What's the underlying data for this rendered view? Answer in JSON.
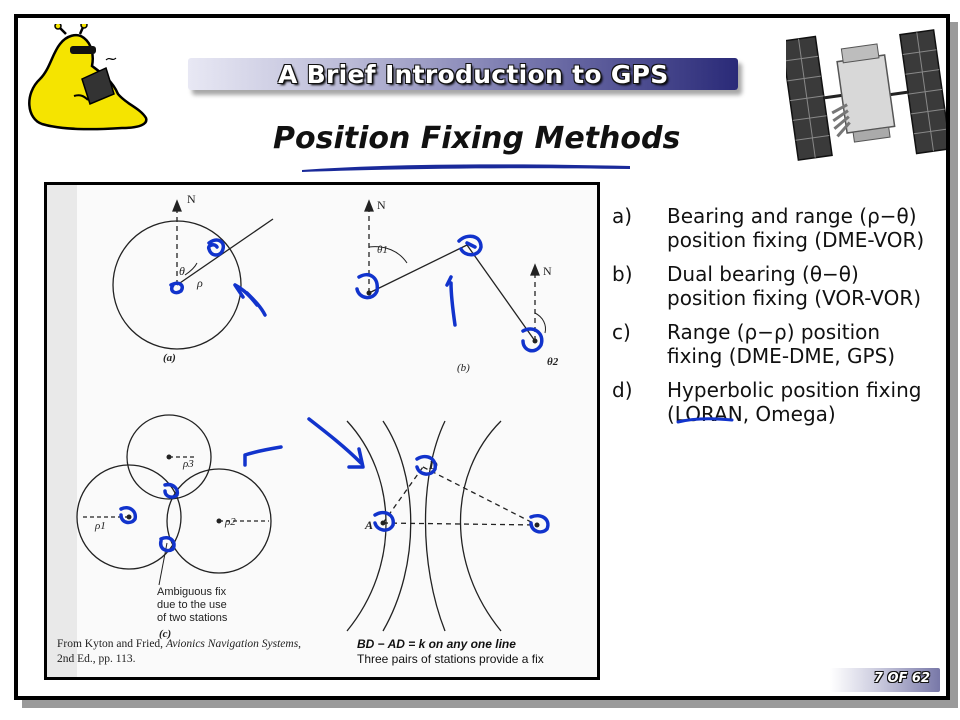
{
  "header": {
    "banner_title": "A Brief Introduction to GPS",
    "page_title": "Position Fixing Methods"
  },
  "figure": {
    "labels": {
      "north_a": "N",
      "theta_a": "θ",
      "rho_a": "ρ",
      "panel_a": "(a)",
      "north_b1": "N",
      "theta1_b": "θ1",
      "north_b2": "N",
      "theta2_b": "θ2",
      "panel_b": "(b)",
      "rho3_c": "ρ3",
      "rho1_c": "ρ1",
      "rho2_c": "ρ2",
      "ambiguous_1": "Ambiguous fix",
      "ambiguous_2": "due to the use",
      "ambiguous_3": "of two stations",
      "panel_c": "(c)",
      "point_d": "D",
      "point_a": "A"
    },
    "equation_line1": "BD − AD = k on any one line",
    "equation_line2": "Three pairs of stations provide a fix",
    "caption_prefix": "From Kyton and Fried,",
    "caption_title": "Avionics Navigation Systems",
    "caption_edition": ", 2nd Ed., pp. 113."
  },
  "methods": [
    {
      "label": "a)",
      "text": "Bearing and range (ρ−θ) position fixing (DME-VOR)"
    },
    {
      "label": "b)",
      "text": "Dual bearing (θ−θ) position fixing (VOR-VOR)"
    },
    {
      "label": "c)",
      "text": "Range (ρ−ρ) position fixing (DME-DME, GPS)"
    },
    {
      "label": "d)",
      "text": "Hyperbolic position fixing (LORAN, Omega)"
    }
  ],
  "footer": {
    "page_number": "7 OF 62"
  },
  "colors": {
    "ink": "#1133cc",
    "mascot_yellow": "#f5e400",
    "banner_dark": "#2a2a78"
  }
}
